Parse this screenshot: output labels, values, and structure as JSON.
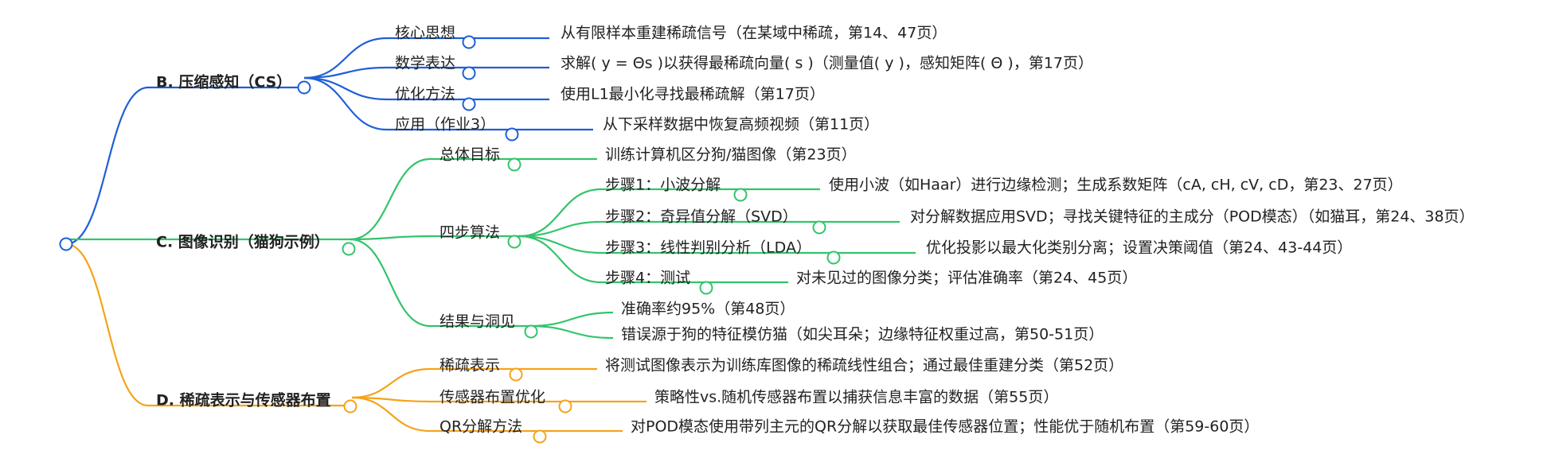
{
  "colors": {
    "blue": "#1f5fd6",
    "green": "#33c46c",
    "orange": "#f5a31a"
  },
  "mindmap": {
    "branches": [
      {
        "id": "b",
        "color": "blue",
        "label": "B. 压缩感知（CS）",
        "children": [
          {
            "label": "核心思想",
            "detail": "从有限样本重建稀疏信号（在某域中稀疏，第14、47页）"
          },
          {
            "label": "数学表达",
            "detail": "求解( y = Θs )以获得最稀疏向量( s )（测量值( y )，感知矩阵( Θ )，第17页）"
          },
          {
            "label": "优化方法",
            "detail": "使用L1最小化寻找最稀疏解（第17页）"
          },
          {
            "label": "应用（作业3）",
            "detail": "从下采样数据中恢复高频视频（第11页）"
          }
        ]
      },
      {
        "id": "c",
        "color": "green",
        "label": "C. 图像识别（猫狗示例）",
        "children": [
          {
            "label": "总体目标",
            "detail": "训练计算机区分狗/猫图像（第23页）"
          },
          {
            "label": "四步算法",
            "children": [
              {
                "label": "步骤1：小波分解",
                "detail": "使用小波（如Haar）进行边缘检测；生成系数矩阵（cA, cH, cV, cD，第23、27页）"
              },
              {
                "label": "步骤2：奇异值分解（SVD）",
                "detail": "对分解数据应用SVD；寻找关键特征的主成分（POD模态）（如猫耳，第24、38页）"
              },
              {
                "label": "步骤3：线性判别分析（LDA）",
                "detail": "优化投影以最大化类别分离；设置决策阈值（第24、43-44页）"
              },
              {
                "label": "步骤4：测试",
                "detail": "对未见过的图像分类；评估准确率（第24、45页）"
              }
            ]
          },
          {
            "label": "结果与洞见",
            "children": [
              {
                "label": "准确率约95%（第48页）"
              },
              {
                "label": "错误源于狗的特征模仿猫（如尖耳朵；边缘特征权重过高，第50-51页）"
              }
            ]
          }
        ]
      },
      {
        "id": "d",
        "color": "orange",
        "label": "D. 稀疏表示与传感器布置",
        "children": [
          {
            "label": "稀疏表示",
            "detail": "将测试图像表示为训练库图像的稀疏线性组合；通过最佳重建分类（第52页）"
          },
          {
            "label": "传感器布置优化",
            "detail": "策略性vs.随机传感器布置以捕获信息丰富的数据（第55页）"
          },
          {
            "label": "QR分解方法",
            "detail": "对POD模态使用带列主元的QR分解以获取最佳传感器位置；性能优于随机布置（第59-60页）"
          }
        ]
      }
    ]
  }
}
